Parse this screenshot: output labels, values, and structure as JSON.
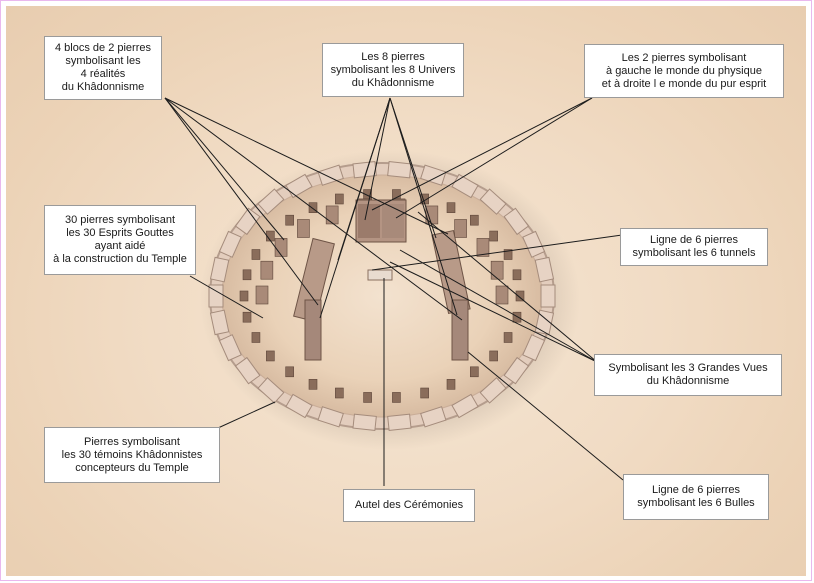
{
  "labels": {
    "realites": "4 blocs de 2 pierres\nsymbolisant les\n4 réalités\ndu Khâdonnisme",
    "univers": "Les 8 pierres\nsymbolisant les 8 Univers\ndu Khâdonnisme",
    "monde": "Les 2 pierres symbolisant\nà gauche le monde du physique\net à droite l e monde du pur esprit",
    "esprits": "30 pierres symbolisant\nles 30 Esprits Gouttes\nayant aidé\nà la construction du Temple",
    "tunnels": "Ligne de 6 pierres\nsymbolisant les 6 tunnels",
    "vues": "Symbolisant les 3 Grandes Vues\ndu Khâdonnisme",
    "temoins": "Pierres symbolisant\nles 30 témoins Khâdonnistes\nconcepteurs du Temple",
    "autel": "Autel des Cérémonies",
    "bulles": "Ligne de 6 pierres\nsymbolisant les 6 Bulles"
  },
  "colors": {
    "ground": "#eed8bf",
    "stone": "#d9c2ad",
    "stone_dark": "#8a6d5b",
    "ring": "#e7d3c4",
    "leader": "#202020"
  }
}
